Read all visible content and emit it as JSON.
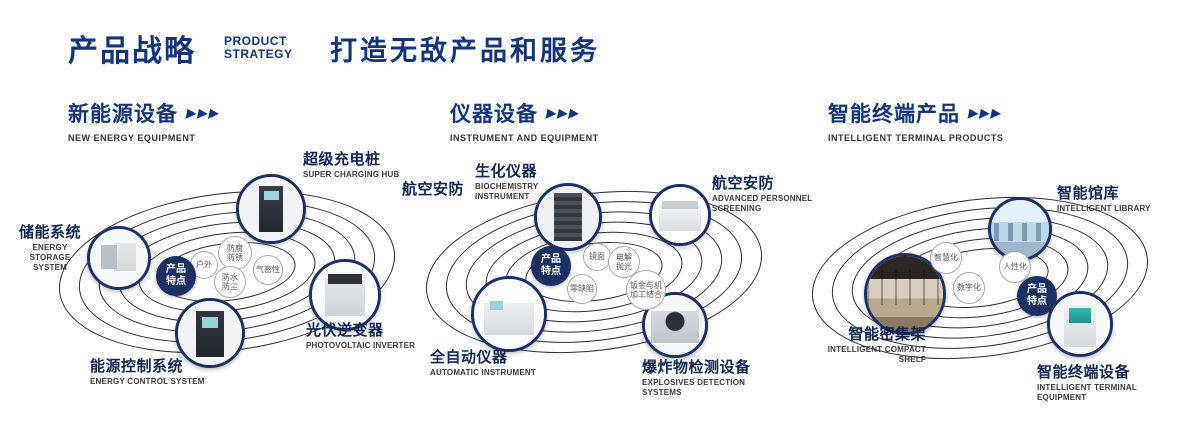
{
  "header": {
    "title_cn": "产品战略",
    "title_en": [
      "PRODUCT",
      "STRATEGY"
    ],
    "subtitle": "打造无敌产品和服务"
  },
  "arrows_icon": "▶▶▶",
  "badge_label": "产品特点",
  "colors": {
    "accent": "#14347b",
    "badge": "#1c3064"
  },
  "sections": [
    {
      "title_cn": "新能源设备",
      "title_en": "NEW ENERGY EQUIPMENT",
      "features": [
        "防腐防锈",
        "户外",
        "气密性",
        "防水防尘"
      ],
      "items": [
        {
          "cn": "超级充电桩",
          "en": "SUPER CHARGING HUB"
        },
        {
          "cn": "储能系统",
          "en": "ENERGY STORAGE SYSTEM"
        },
        {
          "cn": "光伏逆变器",
          "en": "PHOTOVOLTAIC INVERTER"
        },
        {
          "cn": "能源控制系统",
          "en": "ENERGY CONTROL SYSTEM"
        }
      ]
    },
    {
      "title_cn": "仪器设备",
      "title_en": "INSTRUMENT AND EQUIPMENT",
      "extra_label": "航空安防",
      "features": [
        "镜面",
        "电解抛光",
        "零缺陷",
        "钣金与机加工结合"
      ],
      "items": [
        {
          "cn": "生化仪器",
          "en": "BIOCHEMISTRY INSTRUMENT"
        },
        {
          "cn": "航空安防",
          "en": "ADVANCED PERSONNEL SCREENING"
        },
        {
          "cn": "全自动仪器",
          "en": "AUTOMATIC INSTRUMENT"
        },
        {
          "cn": "爆炸物检测设备",
          "en": "EXPLOSIVES DETECTION SYSTEMS"
        }
      ]
    },
    {
      "title_cn": "智能终端产品",
      "title_en": "INTELLIGENT TERMINAL PRODUCTS",
      "features": [
        "智慧化",
        "人性化",
        "数字化"
      ],
      "items": [
        {
          "cn": "智能馆库",
          "en": "INTELLIGENT LIBRARY"
        },
        {
          "cn": "智能密集架",
          "en": "INTELLIGENT COMPACT SHELF"
        },
        {
          "cn": "智能终端设备",
          "en": "INTELLIGENT TERMINAL EQUIPMENT"
        }
      ]
    }
  ]
}
